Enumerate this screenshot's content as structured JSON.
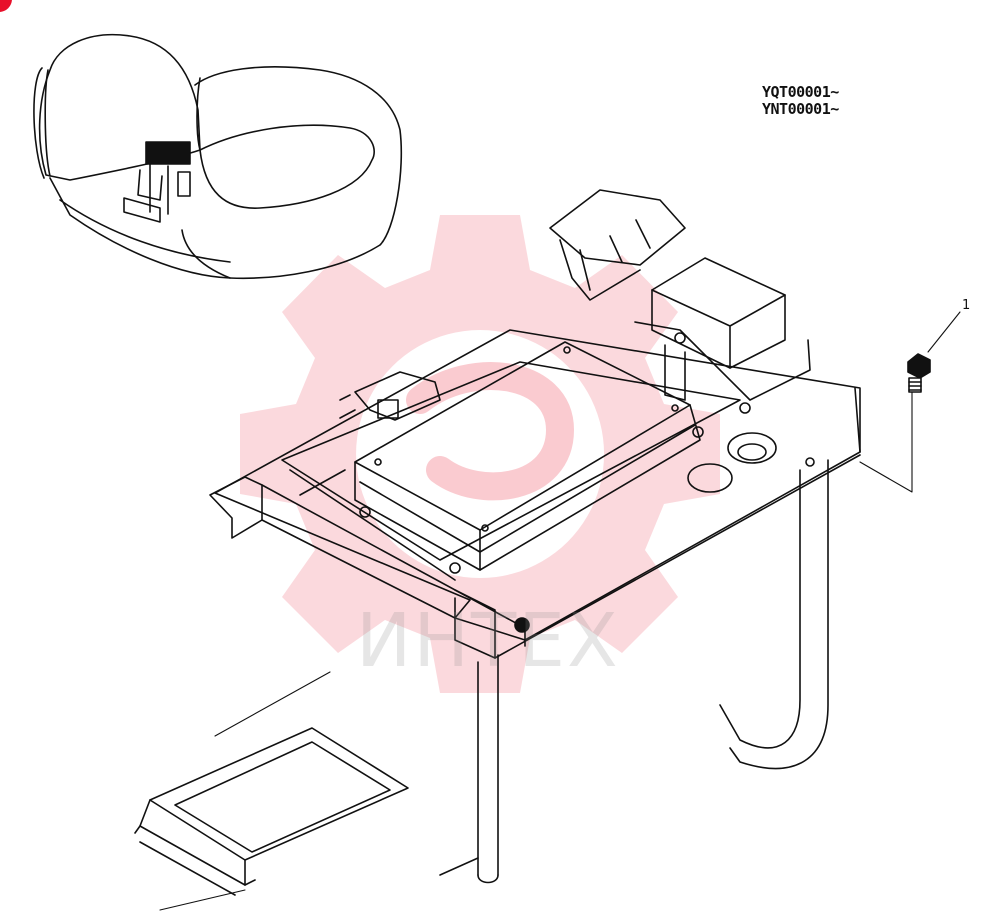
{
  "serial_ranges": [
    "YQT00001~",
    "YNT00001~"
  ],
  "callouts": [
    {
      "number": "1",
      "part": "bolt"
    }
  ],
  "watermark": {
    "text": "ИНТЕХ",
    "color": "#e8102a"
  },
  "line_color": "#111111",
  "corner_marker_color": "#e8102a",
  "icons": [
    "gear-watermark-icon",
    "bolt-icon",
    "seat-icon",
    "controller-icon",
    "floor-mat-icon"
  ]
}
